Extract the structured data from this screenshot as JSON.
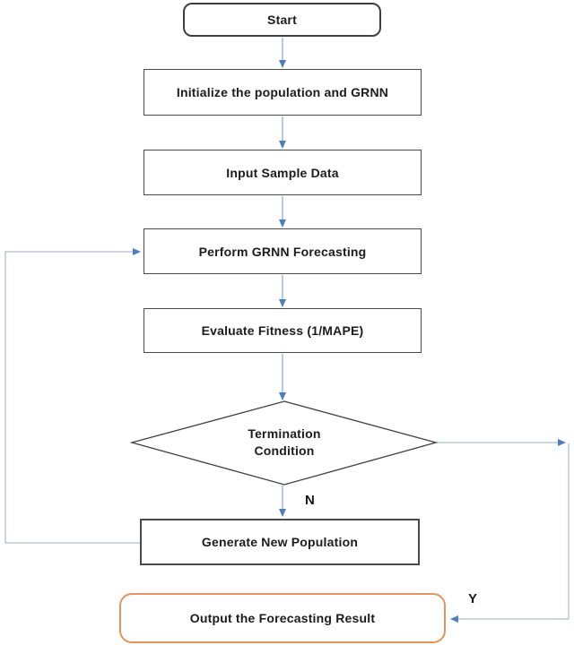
{
  "flowchart": {
    "nodes": {
      "start": {
        "label": "Start",
        "type": "terminator"
      },
      "initialize": {
        "label": "Initialize the population and GRNN",
        "type": "process"
      },
      "input_sample": {
        "label": "Input Sample Data",
        "type": "process"
      },
      "perform_grnn": {
        "label": "Perform GRNN Forecasting",
        "type": "process"
      },
      "evaluate_fitness": {
        "label": "Evaluate Fitness (1/MAPE)",
        "type": "process"
      },
      "termination": {
        "line1": "Termination",
        "line2": "Condition",
        "type": "decision"
      },
      "generate_population": {
        "label": "Generate New Population",
        "type": "process"
      },
      "output_result": {
        "label": "Output the Forecasting Result",
        "type": "terminator"
      }
    },
    "branch_labels": {
      "no": "N",
      "yes": "Y"
    },
    "colors": {
      "process_border": "#4a4a4a",
      "terminator_border": "#3f3f3f",
      "output_border": "#e3955f",
      "connector_line_short": "#8fadd8",
      "connector_line_long": "#aebfd2",
      "arrowhead": "#4d7ebf",
      "text": "#1c1c1c",
      "background": "#ffffff"
    }
  }
}
